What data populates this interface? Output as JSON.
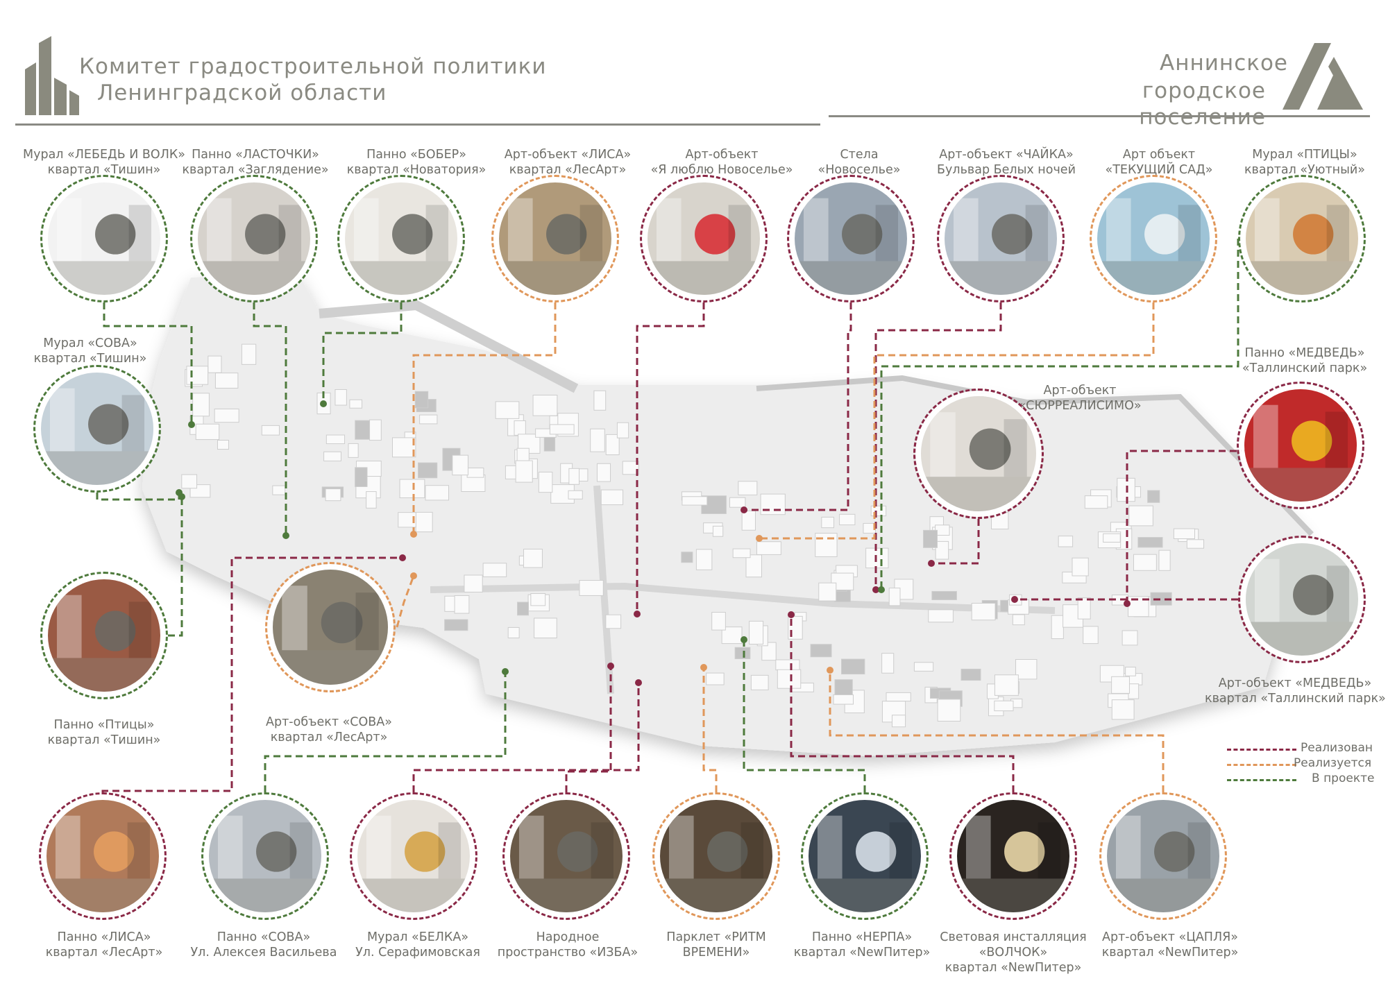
{
  "header": {
    "left_title_line1": "Комитет градостроительной политики",
    "left_title_line2": "Ленинградской области",
    "right_title_line1": "Аннинское",
    "right_title_line2": "городское поселение"
  },
  "colors": {
    "realized": "#8a2846",
    "in_progress": "#e0975a",
    "in_project": "#4e7a3c",
    "header_gray": "#8a8a82"
  },
  "legend": [
    {
      "label": "Реализован",
      "status": "realized"
    },
    {
      "label": "Реализуется",
      "status": "in_progress"
    },
    {
      "label": "В проекте",
      "status": "in_project"
    }
  ],
  "objects": [
    {
      "id": "lebed",
      "line1": "Мурал «ЛЕБЕДЬ И ВОЛК»",
      "line2": "квартал «Тишин»",
      "status": "in_project",
      "icon": "swan-mural-icon"
    },
    {
      "id": "lastochki",
      "line1": "Панно «ЛАСТОЧКИ»",
      "line2": "квартал «Заглядение»",
      "status": "in_project",
      "icon": "swallows-panel-icon"
    },
    {
      "id": "bober",
      "line1": "Панно «БОБЕР»",
      "line2": "квартал «Новатория»",
      "status": "in_project",
      "icon": "beaver-panel-icon"
    },
    {
      "id": "lisa_art",
      "line1": "Арт-объект «ЛИСА»",
      "line2": "квартал «ЛесАрт»",
      "status": "in_progress",
      "icon": "fox-sculpture-icon"
    },
    {
      "id": "novoselie_art",
      "line1": "Арт-объект",
      "line2": "«Я люблю Новоселье»",
      "status": "realized",
      "icon": "heart-sign-icon"
    },
    {
      "id": "stela",
      "line1": "Стела",
      "line2": "«Новоселье»",
      "status": "realized",
      "icon": "stele-icon"
    },
    {
      "id": "chaika",
      "line1": "Арт-объект «ЧАЙКА»",
      "line2": "Бульвар Белых ночей",
      "status": "realized",
      "icon": "seagull-pavilion-icon"
    },
    {
      "id": "sad",
      "line1": "Арт объект",
      "line2": "«ТЕКУЩИЙ САД»",
      "status": "in_progress",
      "icon": "flowing-garden-icon"
    },
    {
      "id": "ptitsy_mural",
      "line1": "Мурал «ПТИЦЫ»",
      "line2": "квартал «Уютный»",
      "status": "in_project",
      "icon": "bird-mural-icon"
    },
    {
      "id": "sova_mural",
      "line1": "Мурал «СОВА»",
      "line2": "квартал «Тишин»",
      "status": "in_project",
      "icon": "owl-mural-icon"
    },
    {
      "id": "medved_panno",
      "line1": "Панно «МЕДВЕДЬ»",
      "line2": "«Таллинский парк»",
      "status": "realized",
      "icon": "bear-panel-icon"
    },
    {
      "id": "surreal",
      "line1": "Арт-объект",
      "line2": "«СЮРРЕАЛИСИМО»",
      "status": "realized",
      "icon": "surreal-sculpture-icon"
    },
    {
      "id": "ptitsy_panno",
      "line1": "Панно «Птицы»",
      "line2": "квартал «Тишин»",
      "status": "in_project",
      "icon": "birds-panel-icon"
    },
    {
      "id": "sova_art",
      "line1": "Арт-объект «СОВА»",
      "line2": "квартал «ЛесАрт»",
      "status": "in_progress",
      "icon": "owl-sculpture-icon"
    },
    {
      "id": "medved_art",
      "line1": "Арт-объект «МЕДВЕДЬ»",
      "line2": "квартал «Таллинский парк»",
      "status": "realized",
      "icon": "bear-sculpture-icon"
    },
    {
      "id": "lisa_panno",
      "line1": "Панно «ЛИСА»",
      "line2": "квартал «ЛесАрт»",
      "status": "realized",
      "icon": "fox-panel-icon"
    },
    {
      "id": "sova_panno",
      "line1": "Панно «СОВА»",
      "line2": "Ул. Алексея Васильева",
      "status": "in_project",
      "icon": "owl-panel-icon"
    },
    {
      "id": "belka",
      "line1": "Мурал «БЕЛКА»",
      "line2": "Ул. Серафимовская",
      "status": "realized",
      "icon": "squirrel-mural-icon"
    },
    {
      "id": "izba",
      "line1": "Народное",
      "line2": "пространство «ИЗБА»",
      "status": "realized",
      "icon": "log-house-icon"
    },
    {
      "id": "parklet",
      "line1": "Парклет «РИТМ",
      "line2": "ВРЕМЕНИ»",
      "status": "in_progress",
      "icon": "parklet-icon"
    },
    {
      "id": "nerpa",
      "line1": "Панно «НЕРПА»",
      "line2": "квартал «NewПитер»",
      "status": "in_project",
      "icon": "seal-panel-icon"
    },
    {
      "id": "volchok",
      "line1": "Световая инсталляция",
      "line2": "«ВОЛЧОК»",
      "line3": "квартал «NewПитер»",
      "status": "realized",
      "icon": "wolf-light-icon"
    },
    {
      "id": "tsaplya",
      "line1": "Арт-объект «ЦАПЛЯ»",
      "line2": "квартал «NewПитер»",
      "status": "in_progress",
      "icon": "heron-sculpture-icon"
    }
  ]
}
